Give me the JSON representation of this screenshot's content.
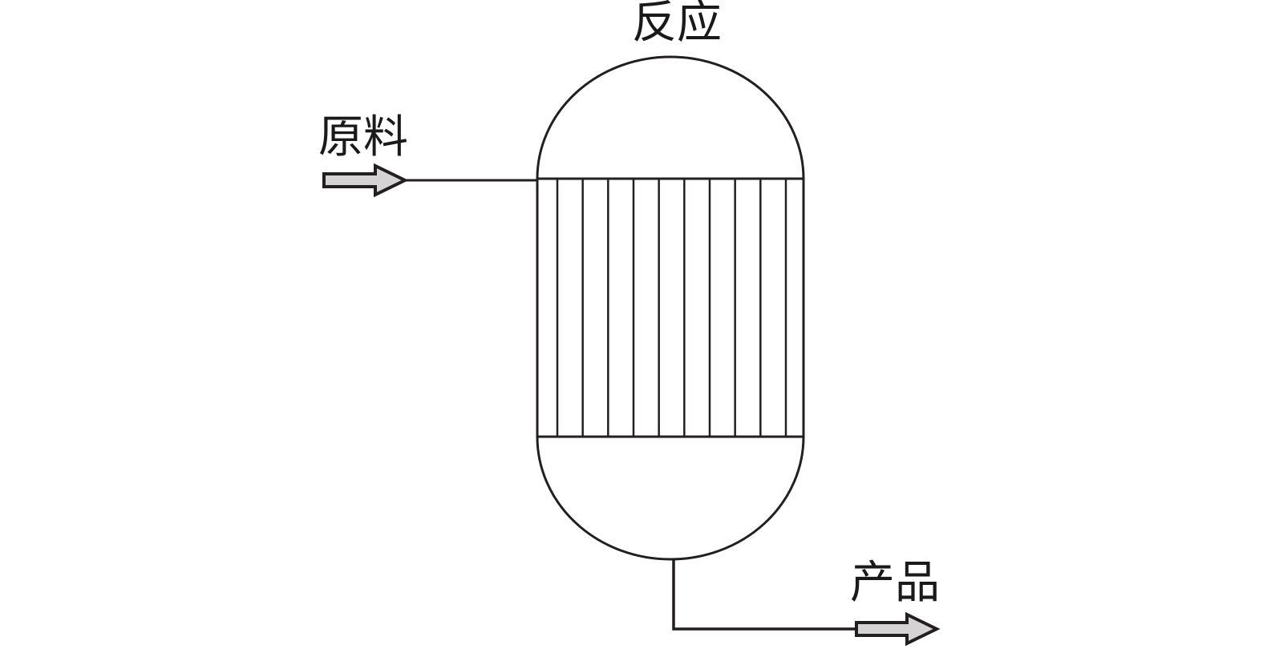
{
  "labels": {
    "top": "反应",
    "feed": "原料",
    "product": "产品"
  },
  "reactor": {
    "tube_count": 10
  },
  "colors": {
    "line": "#231f20",
    "arrow_fill": "#d4d4d4"
  }
}
